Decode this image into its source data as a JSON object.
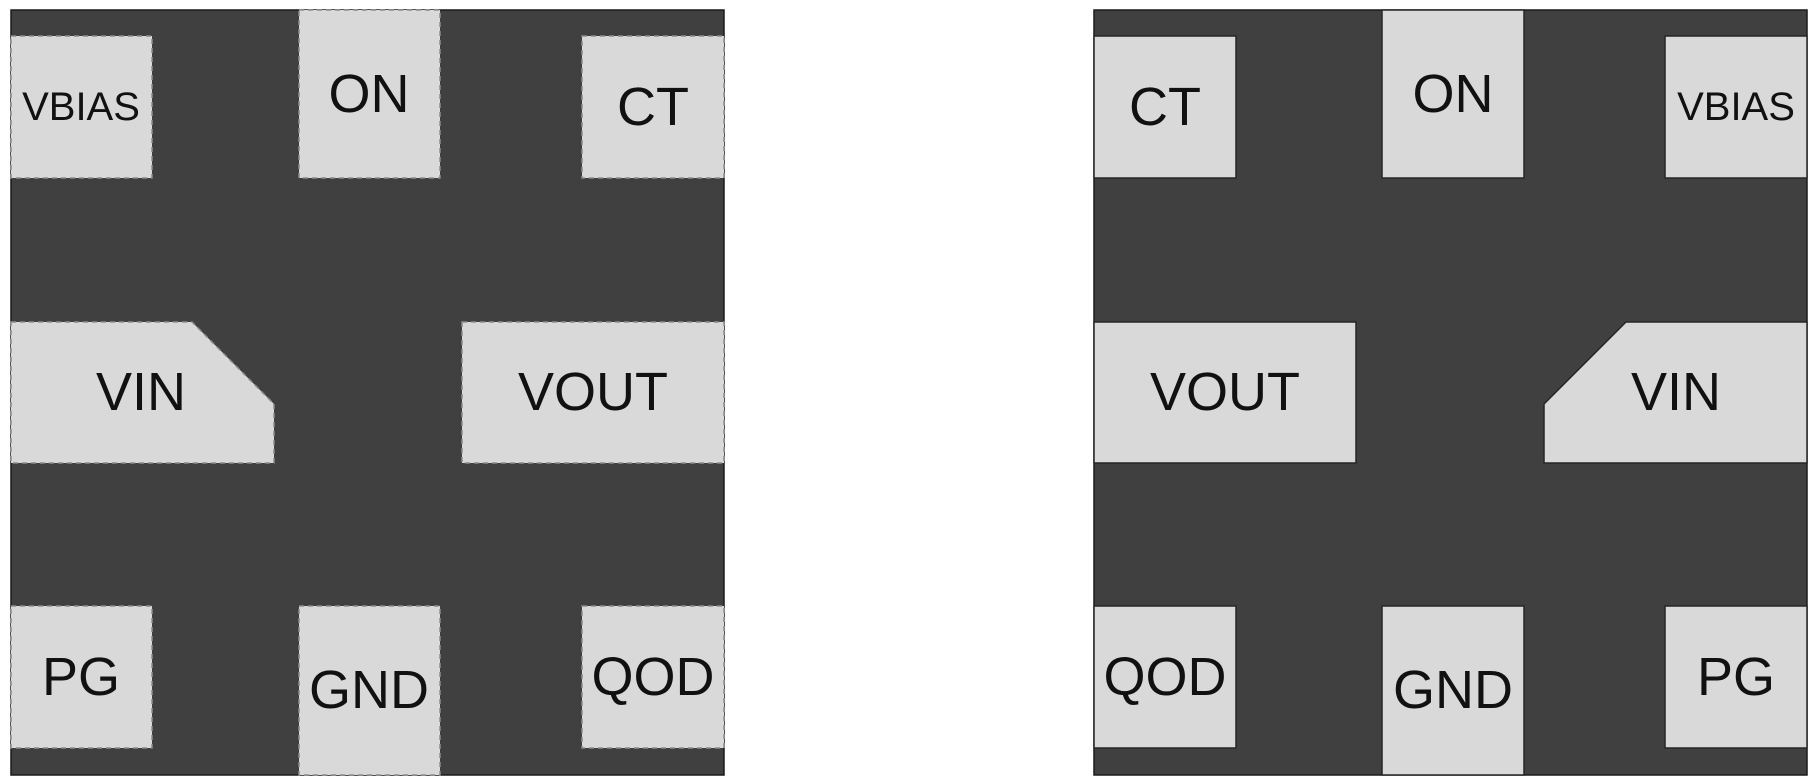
{
  "views": {
    "top": {
      "pins": {
        "vbias": "VBIAS",
        "on": "ON",
        "ct": "CT",
        "vin": "VIN",
        "vout": "VOUT",
        "pg": "PG",
        "gnd": "GND",
        "qod": "QOD"
      }
    },
    "bottom": {
      "pins": {
        "ct": "CT",
        "on": "ON",
        "vbias": "VBIAS",
        "vout": "VOUT",
        "vin": "VIN",
        "qod": "QOD",
        "gnd": "GND",
        "pg": "PG"
      }
    }
  },
  "colors": {
    "package_body": "#404040",
    "pad_fill": "#d9d9d9",
    "top_pad_outline": "#8c8c8c",
    "bottom_pad_outline": "#262626"
  }
}
